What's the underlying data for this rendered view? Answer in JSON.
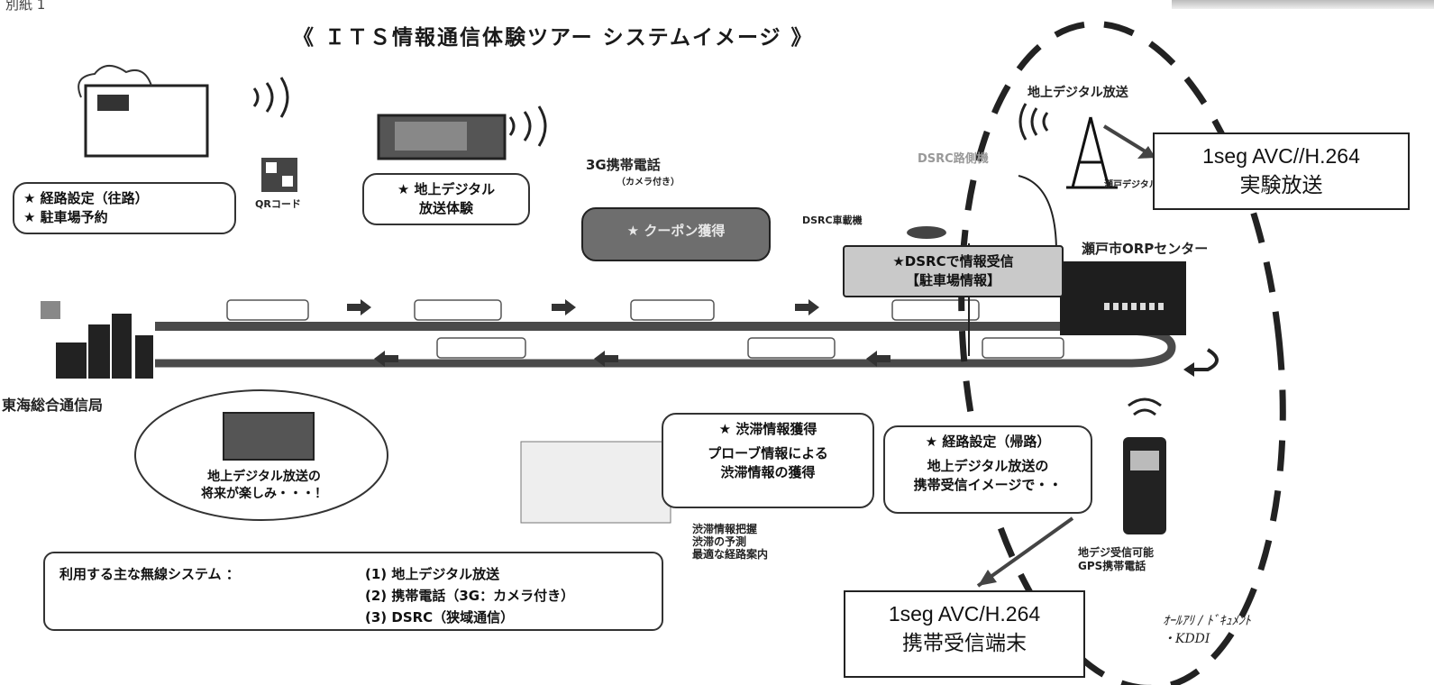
{
  "corner_label": "別紙 1",
  "title": "《 ＩＴＳ情報通信体験ツアー システムイメージ 》",
  "labels": {
    "digital_broadcast_top": "地上デジタル放送",
    "tower": "瀬戸デジタルタワー",
    "dsrc_roadside": "DSRC路側機",
    "phone_3g": "3G携帯電話",
    "phone_3g_sub": "（カメラ付き）",
    "dsrc_onboard": "DSRC車載機",
    "qr_code": "QRコード",
    "orp_center": "瀬戸市ORPセンター",
    "tokai_bureau": "東海総合通信局",
    "congestion_notes": [
      "渋滞情報把握",
      "渋滞の予測",
      "最適な経路案内"
    ],
    "terminal": [
      "地デジ受信可能",
      "GPS携帯電話"
    ]
  },
  "bubbles": {
    "route_setting": [
      "★ 経路設定（往路）",
      "★ 駐車場予約"
    ],
    "digital_experience": [
      "★ 地上デジタル",
      "放送体験"
    ],
    "coupon": "★ クーポン獲得",
    "dsrc_receive": [
      "★DSRCで情報受信",
      "【駐車場情報】"
    ],
    "traffic_info": [
      "★ 渋滞情報獲得",
      "プローブ情報による",
      "渋滞情報の獲得"
    ],
    "route_return": [
      "★ 経路設定（帰路）",
      "地上デジタル放送の",
      "携帯受信イメージで・・"
    ],
    "cloud": [
      "地上デジタル放送の",
      "将来が楽しみ・・・！"
    ]
  },
  "callouts": {
    "top": [
      "1seg AVC//H.264",
      "実験放送"
    ],
    "bottom": [
      "1seg AVC/H.264",
      "携帯受信端末"
    ]
  },
  "wireless": {
    "label": "利用する主な無線システム ：",
    "items": [
      "(1) 地上デジタル放送",
      "(2) 携帯電話（3G：カメラ付き）",
      "(3) DSRC（狭域通信）"
    ]
  },
  "handwritten": [
    "ｵｰﾙｱﾘ / ﾄﾞｷｭﾒﾝﾄ",
    "・KDDI"
  ]
}
